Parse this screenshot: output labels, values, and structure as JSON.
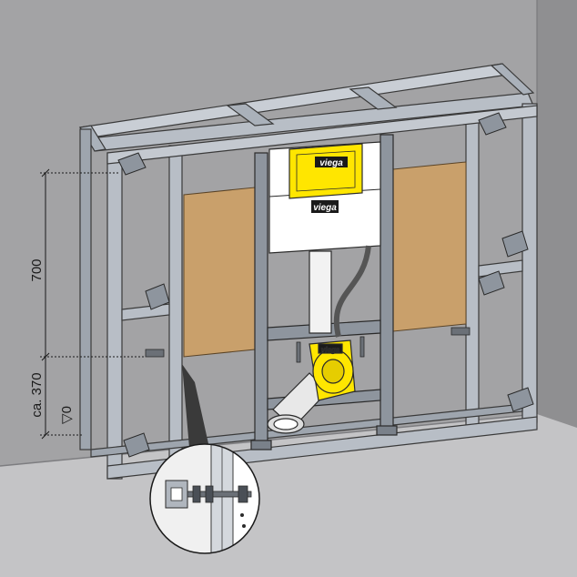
{
  "brand": {
    "name": "viega",
    "color": "#ffe600",
    "logo_bg": "#1a1a1a"
  },
  "dimensions": {
    "upper": "700",
    "lower": "ca. 370",
    "floor_mark": "▽0"
  },
  "colors": {
    "wall": "#a3a3a5",
    "floor": "#c4c4c6",
    "frame_steel": "#b8bec6",
    "board": "#c9a06b",
    "cistern": "#ffffff"
  }
}
